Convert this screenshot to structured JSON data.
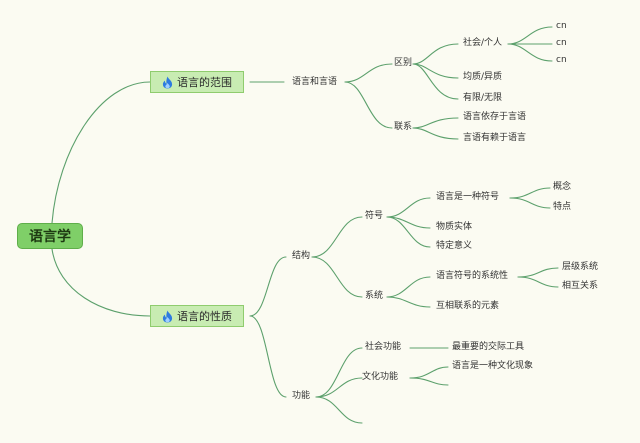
{
  "colors": {
    "line": "#5ca06c",
    "root_bg": "#7fcf68",
    "main_bg": "#c8ecb2",
    "page_bg": "#fbfbf2",
    "flame": "#2d7be0"
  },
  "root": {
    "label": "语言学"
  },
  "branch1": {
    "label": "语言的范围",
    "icon": "flame-icon",
    "child": "语言和言语",
    "diff": {
      "label": "区别",
      "social": {
        "label": "社会/个人",
        "items": [
          "cn",
          "cn",
          "cn"
        ]
      },
      "uniform": "均质/异质",
      "limit": "有限/无限"
    },
    "relation": {
      "label": "联系",
      "items": [
        "语言依存于言语",
        "言语有赖于语言"
      ]
    }
  },
  "branch2": {
    "label": "语言的性质",
    "icon": "flame-icon",
    "structure": {
      "label": "结构",
      "symbol": {
        "label": "符号",
        "kind": {
          "label": "语言是一种符号",
          "items": [
            "概念",
            "特点"
          ]
        },
        "material": "物质实体",
        "meaning": "特定意义"
      },
      "system": {
        "label": "系统",
        "systemic": {
          "label": "语言符号的系统性",
          "items": [
            "层级系统",
            "相互关系"
          ]
        },
        "elements": "互相联系的元素"
      }
    },
    "function": {
      "label": "功能",
      "social": {
        "label": "社会功能",
        "item": "最重要的交际工具"
      },
      "culture": {
        "label": "文化功能",
        "item": "语言是一种文化现象"
      }
    }
  }
}
